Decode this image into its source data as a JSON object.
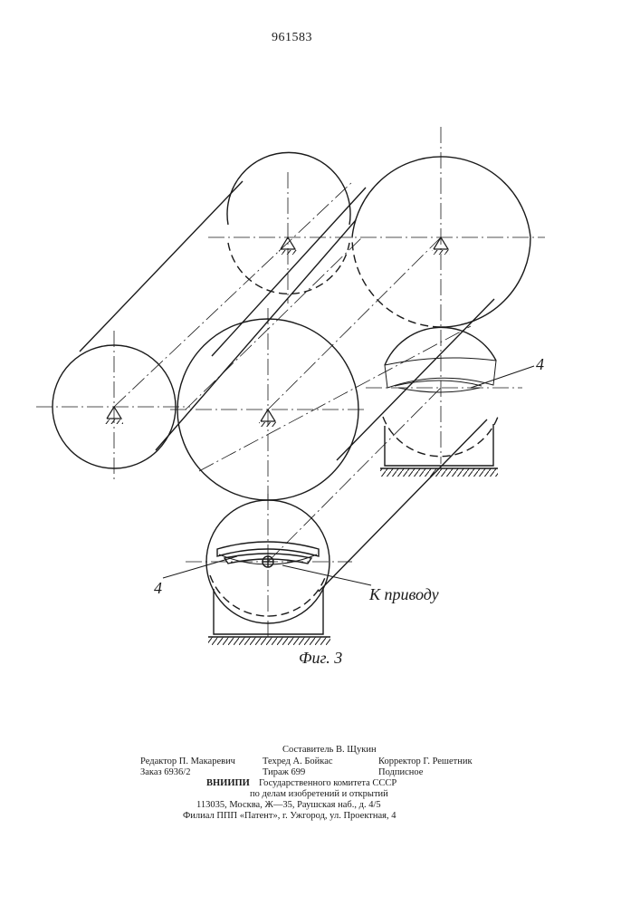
{
  "document": {
    "page_number": "961583"
  },
  "figure": {
    "caption": "Фиг. 3",
    "label_left": "4",
    "label_right": "4",
    "label_drive": "К приводу"
  },
  "credits": {
    "compiler": "Составитель В. Щукин",
    "editor": "Редактор П. Макаревич",
    "techred": "Техред А. Бойкас",
    "corrector": "Корректор Г. Решетник",
    "order": "Заказ 6936/2",
    "circulation": "Тираж 699",
    "subscription": "Подписное",
    "org_abbr": "ВНИИПИ",
    "org_line1": "Государственного комитета СССР",
    "org_line2": "по делам изобретений и открытий",
    "address": "113035, Москва, Ж—35, Раушская наб., д. 4/5",
    "branch": "Филиал ППП «Патент», г. Ужгород, ул. Проектная, 4"
  }
}
